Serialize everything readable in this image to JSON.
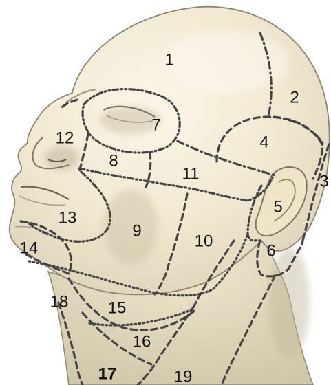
{
  "colors": {
    "skin_light": "#f6efdb",
    "skin_mid": "#e6dcc2",
    "skin_shadow": "#bdb49b",
    "outline": "#8b8470",
    "boundary": "#444444",
    "label": "#111111"
  },
  "regions": [
    {
      "id": "1",
      "label": "1",
      "bold": false
    },
    {
      "id": "2",
      "label": "2",
      "bold": false
    },
    {
      "id": "3",
      "label": "3",
      "bold": false
    },
    {
      "id": "4",
      "label": "4",
      "bold": false
    },
    {
      "id": "5",
      "label": "5",
      "bold": false
    },
    {
      "id": "6",
      "label": "6",
      "bold": false
    },
    {
      "id": "7",
      "label": "7",
      "bold": false
    },
    {
      "id": "8",
      "label": "8",
      "bold": false
    },
    {
      "id": "9",
      "label": "9",
      "bold": false
    },
    {
      "id": "10",
      "label": "10",
      "bold": false
    },
    {
      "id": "11",
      "label": "11",
      "bold": false
    },
    {
      "id": "12",
      "label": "12",
      "bold": false
    },
    {
      "id": "13",
      "label": "13",
      "bold": false
    },
    {
      "id": "14",
      "label": "14",
      "bold": false
    },
    {
      "id": "15",
      "label": "15",
      "bold": false
    },
    {
      "id": "16",
      "label": "16",
      "bold": false
    },
    {
      "id": "17",
      "label": "17",
      "bold": true
    },
    {
      "id": "18",
      "label": "18",
      "bold": false
    },
    {
      "id": "19",
      "label": "19",
      "bold": false
    }
  ]
}
